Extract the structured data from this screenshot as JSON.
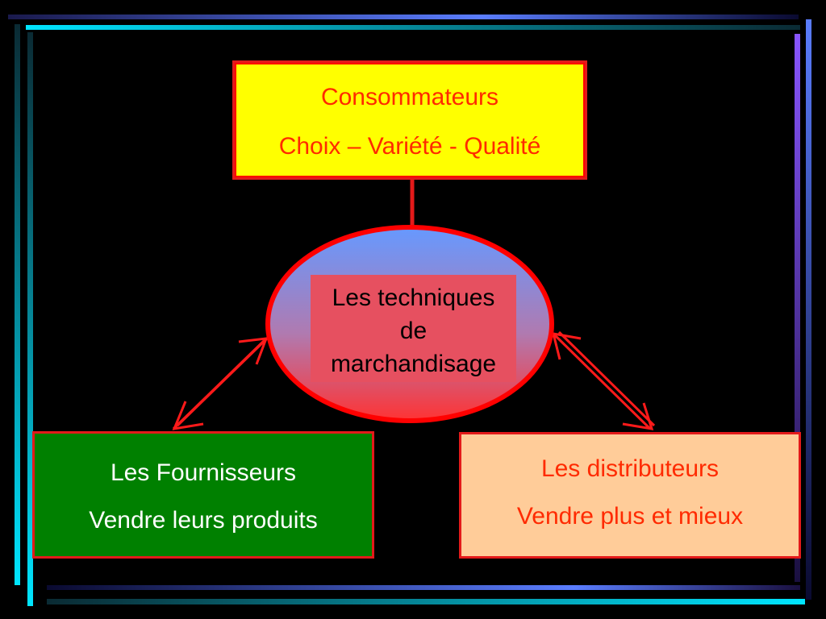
{
  "diagram": {
    "top": {
      "line1": "Consommateurs",
      "line2": "Choix – Variété - Qualité"
    },
    "center": {
      "line1": "Les techniques",
      "line2": "de",
      "line3": "marchandisage"
    },
    "left": {
      "line1": "Les Fournisseurs",
      "line2": "Vendre leurs produits"
    },
    "right": {
      "line1": "Les distributeurs",
      "line2": "Vendre plus et mieux"
    }
  },
  "colors": {
    "background": "#000000",
    "top_box": "#ffff00",
    "left_box": "#008000",
    "right_box": "#ffcc99",
    "ellipse_top": "#6699ff",
    "ellipse_bottom": "#ff3333",
    "connector": "#ff0000"
  }
}
